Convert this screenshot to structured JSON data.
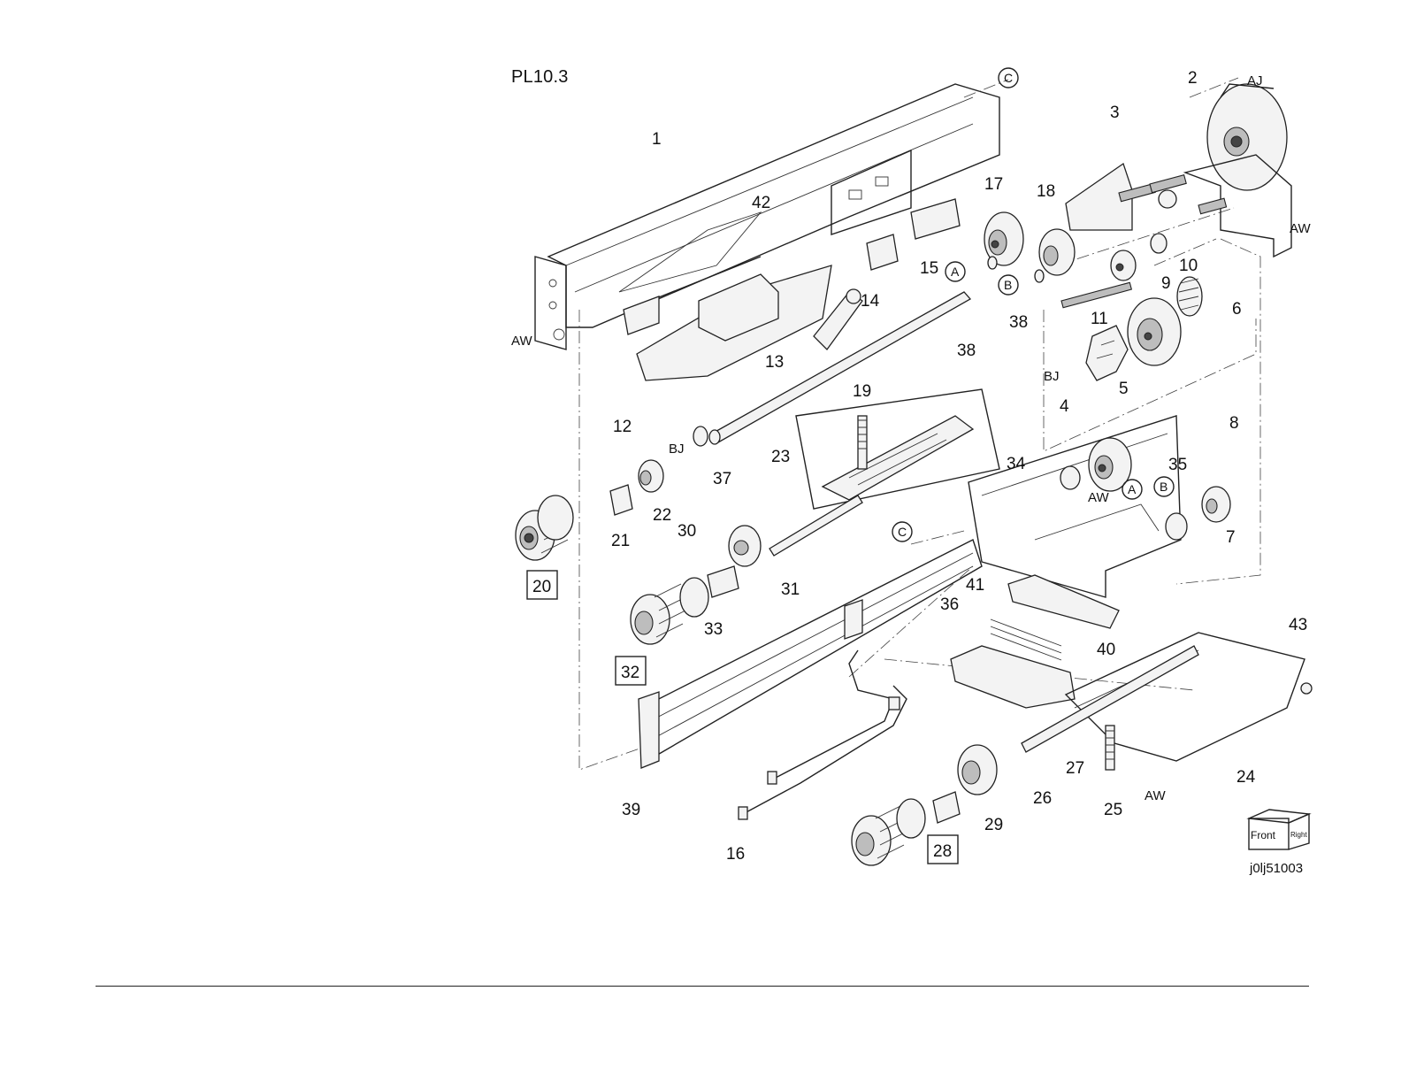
{
  "title": "PL10.3",
  "figure_id": "j0lj51003",
  "orientation_cube": {
    "front": "Front",
    "right": "Right"
  },
  "callouts": [
    "1",
    "2",
    "3",
    "4",
    "5",
    "6",
    "7",
    "8",
    "9",
    "10",
    "11",
    "12",
    "13",
    "14",
    "15",
    "16",
    "17",
    "18",
    "19",
    "21",
    "22",
    "23",
    "24",
    "25",
    "26",
    "27",
    "29",
    "30",
    "31",
    "33",
    "34",
    "35",
    "36",
    "37",
    "38",
    "39",
    "40",
    "41",
    "42",
    "43"
  ],
  "boxed_callouts": [
    "20",
    "32",
    "28"
  ],
  "circled_refs": {
    "a": "A",
    "b": "B",
    "c": "C"
  },
  "connector_labels": {
    "aw": "AW",
    "aj": "AJ",
    "bj": "BJ"
  }
}
